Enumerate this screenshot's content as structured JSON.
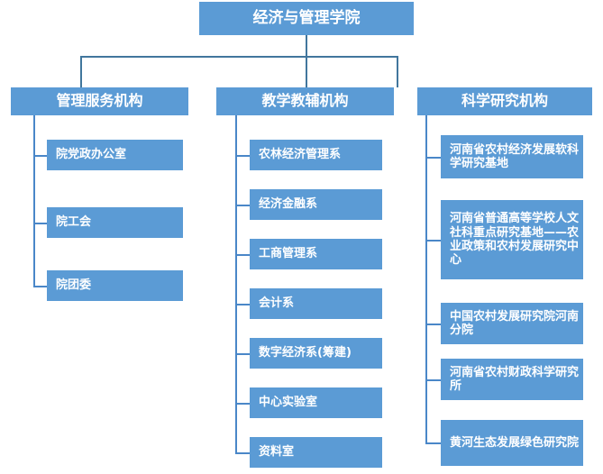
{
  "chart": {
    "title_node": "经济与管理学院",
    "accent_color": "#5b9bd5",
    "line_color": "#41769d",
    "background": "#ffffff",
    "branches": [
      {
        "id": "management-service",
        "label": "管理服务机构",
        "children": [
          {
            "label": "院党政办公室"
          },
          {
            "label": "院工会"
          },
          {
            "label": "院团委"
          }
        ]
      },
      {
        "id": "teaching-support",
        "label": "教学教辅机构",
        "children": [
          {
            "label": "农林经济管理系"
          },
          {
            "label": "经济金融系"
          },
          {
            "label": "工商管理系"
          },
          {
            "label": "会计系"
          },
          {
            "label": "数字经济系(筹建)"
          },
          {
            "label": "中心实验室"
          },
          {
            "label": "资料室"
          }
        ]
      },
      {
        "id": "scientific-research",
        "label": "科学研究机构",
        "children": [
          {
            "label": "河南省农村经济发展软科学研究基地"
          },
          {
            "label": "河南省普通高等学校人文社科重点研究基地——农业政策和农村发展研究中心"
          },
          {
            "label": "中国农村发展研究院河南分院"
          },
          {
            "label": "河南省农村财政科学研究所"
          },
          {
            "label": "黄河生态发展绿色研究院"
          }
        ]
      }
    ]
  }
}
